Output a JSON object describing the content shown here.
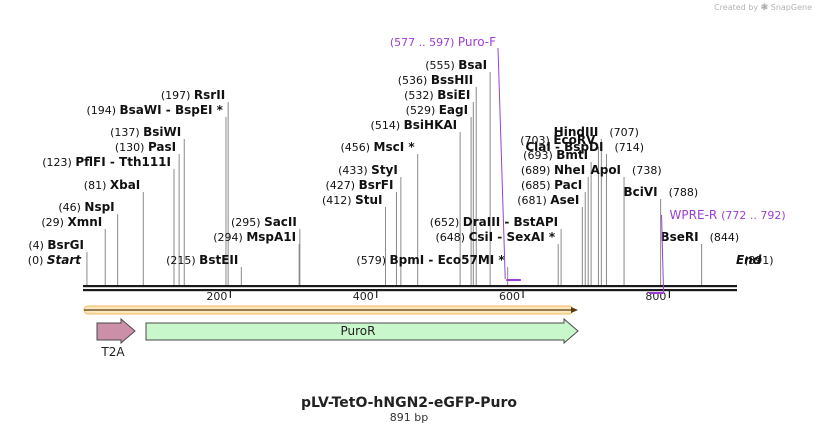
{
  "app": {
    "credit_prefix": "Created by",
    "credit_brand": "SnapGene"
  },
  "map": {
    "title": "pLV-TetO-hNGN2-eGFP-Puro",
    "length_label": "891 bp",
    "length_bp": 891,
    "colors": {
      "backbone": "#1a1a1a",
      "site_line": "#8a8a8a",
      "primer": "#9b3fd1",
      "orf_fill": "#f2b85c",
      "puro_fill": "#c9f7cc",
      "puro_stroke": "#4a4a4a",
      "t2a_fill": "#cc8fa8",
      "text": "#111111"
    },
    "ticks": [
      {
        "bp": 200,
        "label": "200"
      },
      {
        "bp": 400,
        "label": "400"
      },
      {
        "bp": 600,
        "label": "600"
      },
      {
        "bp": 800,
        "label": "800"
      }
    ],
    "sites": [
      {
        "pos": 0,
        "pos_label": "(0)",
        "name": "Start",
        "style": "bold-italic",
        "side": "left",
        "star": false
      },
      {
        "pos": 4,
        "pos_label": "(4)",
        "name": "BsrGI",
        "side": "left",
        "star": false
      },
      {
        "pos": 29,
        "pos_label": "(29)",
        "name": "XmnI",
        "side": "left",
        "star": false
      },
      {
        "pos": 46,
        "pos_label": "(46)",
        "name": "NspI",
        "side": "left",
        "star": false
      },
      {
        "pos": 81,
        "pos_label": "(81)",
        "name": "XbaI",
        "side": "left",
        "star": false
      },
      {
        "pos": 123,
        "pos_label": "(123)",
        "name": "PflFI - Tth111I",
        "side": "left",
        "star": false
      },
      {
        "pos": 130,
        "pos_label": "(130)",
        "name": "PasI",
        "side": "left",
        "star": false
      },
      {
        "pos": 137,
        "pos_label": "(137)",
        "name": "BsiWI",
        "side": "left",
        "star": false
      },
      {
        "pos": 194,
        "pos_label": "(194)",
        "name": "BsaWI - BspEI",
        "side": "left",
        "star": true
      },
      {
        "pos": 197,
        "pos_label": "(197)",
        "name": "RsrII",
        "side": "left",
        "star": false
      },
      {
        "pos": 215,
        "pos_label": "(215)",
        "name": "BstEII",
        "side": "left",
        "star": false
      },
      {
        "pos": 294,
        "pos_label": "(294)",
        "name": "MspA1I",
        "side": "left",
        "star": false
      },
      {
        "pos": 295,
        "pos_label": "(295)",
        "name": "SacII",
        "side": "left",
        "star": false
      },
      {
        "pos": 412,
        "pos_label": "(412)",
        "name": "StuI",
        "side": "left",
        "star": false
      },
      {
        "pos": 427,
        "pos_label": "(427)",
        "name": "BsrFI",
        "side": "left",
        "star": false
      },
      {
        "pos": 433,
        "pos_label": "(433)",
        "name": "StyI",
        "side": "left",
        "star": false
      },
      {
        "pos": 456,
        "pos_label": "(456)",
        "name": "MscI",
        "side": "left",
        "star": true
      },
      {
        "pos": 514,
        "pos_label": "(514)",
        "name": "BsiHKAI",
        "side": "left",
        "star": false
      },
      {
        "pos": 529,
        "pos_label": "(529)",
        "name": "EagI",
        "side": "left",
        "star": false
      },
      {
        "pos": 532,
        "pos_label": "(532)",
        "name": "BsiEI",
        "side": "left",
        "star": false
      },
      {
        "pos": 536,
        "pos_label": "(536)",
        "name": "BssHII",
        "side": "left",
        "star": false
      },
      {
        "pos": 555,
        "pos_label": "(555)",
        "name": "BsaI",
        "side": "left",
        "star": false
      },
      {
        "pos": 579,
        "pos_label": "(579)",
        "name": "BpmI - Eco57MI",
        "side": "left",
        "star": true
      },
      {
        "pos": 648,
        "pos_label": "(648)",
        "name": "CsiI - SexAI",
        "side": "left",
        "star": true
      },
      {
        "pos": 652,
        "pos_label": "(652)",
        "name": "DraIII - BstAPI",
        "side": "left",
        "star": false
      },
      {
        "pos": 681,
        "pos_label": "(681)",
        "name": "AseI",
        "side": "left",
        "star": false
      },
      {
        "pos": 685,
        "pos_label": "(685)",
        "name": "PacI",
        "side": "left",
        "star": false
      },
      {
        "pos": 689,
        "pos_label": "(689)",
        "name": "NheI",
        "side": "left",
        "star": false
      },
      {
        "pos": 693,
        "pos_label": "(693)",
        "name": "BmtI",
        "side": "left",
        "star": false
      },
      {
        "pos": 703,
        "pos_label": "(703)",
        "name": "EcoRV",
        "side": "left",
        "star": false
      },
      {
        "pos": 707,
        "pos_label": "(707)",
        "name": "HindIII",
        "side": "right",
        "star": false
      },
      {
        "pos": 714,
        "pos_label": "(714)",
        "name": "ClaI - BspDI",
        "side": "right",
        "star": false
      },
      {
        "pos": 738,
        "pos_label": "(738)",
        "name": "ApoI",
        "side": "right",
        "star": false
      },
      {
        "pos": 788,
        "pos_label": "(788)",
        "name": "BciVI",
        "side": "right",
        "star": false
      },
      {
        "pos": 844,
        "pos_label": "(844)",
        "name": "BseRI",
        "side": "right",
        "star": false
      },
      {
        "pos": 891,
        "pos_label": "(891)",
        "name": "End",
        "style": "bold-italic",
        "side": "right",
        "star": false
      }
    ],
    "primers": [
      {
        "name": "Puro-F",
        "range_label": "(577 .. 597)",
        "start": 577,
        "end": 597,
        "direction": "forward"
      },
      {
        "name": "WPRE-R",
        "range_label": "(772 .. 792)",
        "start": 772,
        "end": 792,
        "direction": "reverse"
      }
    ],
    "features": [
      {
        "name": "",
        "type": "orf",
        "start": 0,
        "end": 891,
        "direction": "forward"
      },
      {
        "name": "T2A",
        "type": "arrow",
        "start": 20,
        "end": 79,
        "direction": "forward",
        "label_position": "below"
      },
      {
        "name": "PuroR",
        "type": "arrow",
        "start": 85,
        "end": 685,
        "direction": "forward",
        "label_position": "inside"
      }
    ]
  }
}
